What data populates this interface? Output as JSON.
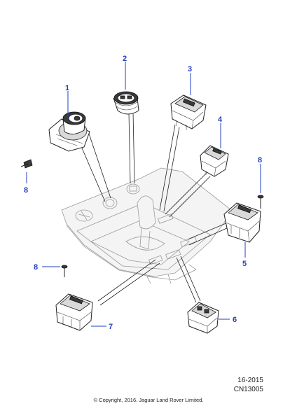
{
  "callouts": [
    "1",
    "2",
    "3",
    "4",
    "5",
    "6",
    "7",
    "8",
    "8",
    "8"
  ],
  "reference": {
    "code": "16-2015",
    "diagram_id": "CN13005"
  },
  "copyright": "© Copyright, 2016. Jaguar Land Rover Limited.",
  "colors": {
    "callout": "#1f3fbf",
    "line": "#222222",
    "ghost": "#9a9a9a"
  }
}
